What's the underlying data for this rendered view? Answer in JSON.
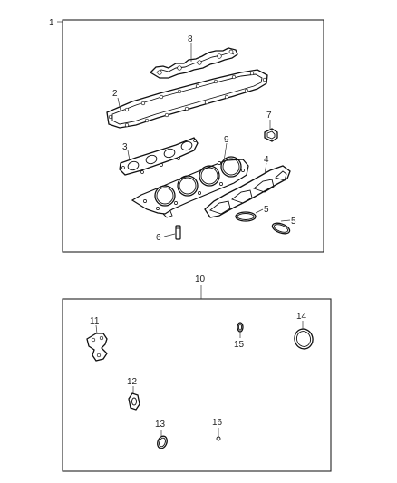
{
  "kits": [
    {
      "callout": "1"
    },
    {
      "callout": "10"
    }
  ],
  "parts": [
    {
      "callout": "2"
    },
    {
      "callout": "3"
    },
    {
      "callout": "4"
    },
    {
      "callout": "5"
    },
    {
      "callout": "5"
    },
    {
      "callout": "6"
    },
    {
      "callout": "7"
    },
    {
      "callout": "8"
    },
    {
      "callout": "9"
    },
    {
      "callout": "11"
    },
    {
      "callout": "12"
    },
    {
      "callout": "13"
    },
    {
      "callout": "14"
    },
    {
      "callout": "15"
    },
    {
      "callout": "16"
    }
  ]
}
